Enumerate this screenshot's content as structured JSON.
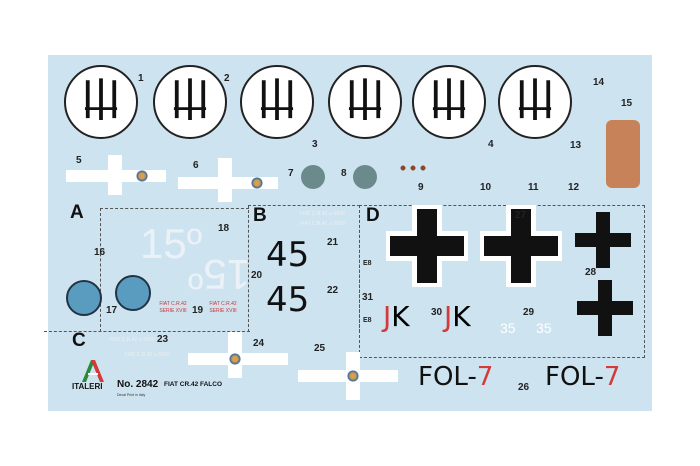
{
  "decal_numbers": [
    "1",
    "2",
    "3",
    "4",
    "5",
    "6",
    "7",
    "8",
    "9",
    "10",
    "11",
    "12",
    "13",
    "14",
    "15",
    "16",
    "17",
    "18",
    "19",
    "20",
    "21",
    "22",
    "23",
    "24",
    "25",
    "26",
    "27",
    "28",
    "29",
    "30",
    "31"
  ],
  "section_letters": [
    "A",
    "B",
    "C",
    "D"
  ],
  "markings": {
    "code_15": "15º",
    "code_51": "15º",
    "number_45": "45",
    "jk": {
      "j": "J",
      "k": "K"
    },
    "num_35": "35",
    "fol": {
      "prefix": "FOL",
      "dash": "-",
      "digit": "7"
    },
    "e8": "E8",
    "stencil_fiat": "FIAT C.R.42 SERIE XVIII",
    "stencil_mm": "FIAT C.R.42 ∞ 0000"
  },
  "brand": {
    "name": "ITALERI",
    "product_no": "No. 2842",
    "product_name": "FIAT CR.42 FALCO",
    "small_print": "Decal Print in Italy"
  },
  "colors": {
    "sheet": "#cde3f0",
    "black": "#111111",
    "red": "#d33a3a",
    "white": "#ffffff"
  }
}
